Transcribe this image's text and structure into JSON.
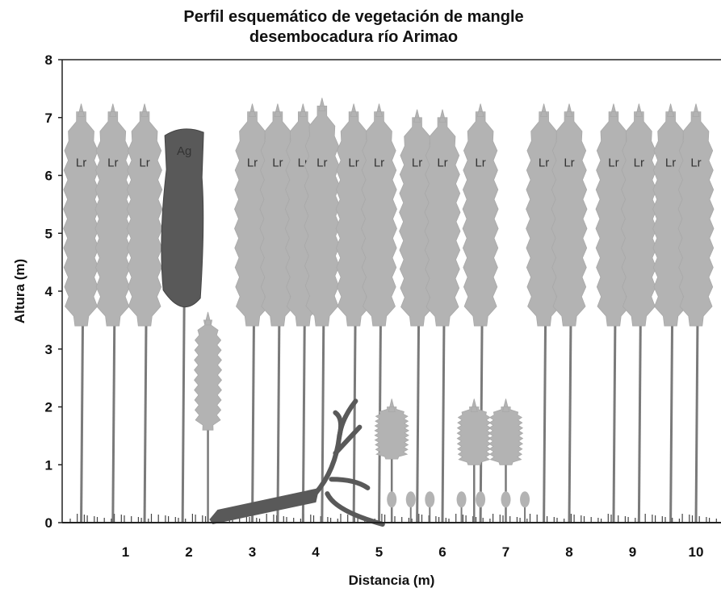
{
  "title_line1": "Perfil esquemático de vegetación de mangle",
  "title_line2": "desembocadura río Arimao",
  "xlabel": "Distancia (m)",
  "ylabel": "Altura (m)",
  "colors": {
    "laguncularia": "#b3b3b3",
    "avicennia": "#595959",
    "fallen_trunk": "#595959",
    "stem": "#7a7a7a",
    "axis": "#222222"
  },
  "chart_data": {
    "type": "diagram",
    "title": "Perfil esquemático de vegetación de mangle desembocadura río Arimao",
    "xlabel": "Distancia (m)",
    "ylabel": "Altura (m)",
    "xlim": [
      0,
      10.3
    ],
    "ylim": [
      0,
      8
    ],
    "x_ticks": [
      "1",
      "2",
      "3",
      "4",
      "5",
      "6",
      "7",
      "8",
      "9",
      "10"
    ],
    "y_ticks": [
      "0",
      "1",
      "2",
      "3",
      "4",
      "5",
      "6",
      "7",
      "8"
    ],
    "trees": [
      {
        "label": "Lr",
        "x": 0.3,
        "height": 7.1,
        "crown_base": 3.4
      },
      {
        "label": "Lr",
        "x": 0.8,
        "height": 7.1,
        "crown_base": 3.4
      },
      {
        "label": "Lr",
        "x": 1.3,
        "height": 7.1,
        "crown_base": 3.4
      },
      {
        "label": "Ag",
        "x": 1.9,
        "height": 6.8,
        "crown_base": 3.6
      },
      {
        "label": "Lr",
        "x": 3.0,
        "height": 7.1,
        "crown_base": 3.4
      },
      {
        "label": "Lr",
        "x": 3.4,
        "height": 7.1,
        "crown_base": 3.4
      },
      {
        "label": "Lr",
        "x": 3.8,
        "height": 7.1,
        "crown_base": 3.4
      },
      {
        "label": "Lr",
        "x": 4.1,
        "height": 7.2,
        "crown_base": 3.4
      },
      {
        "label": "Lr",
        "x": 4.6,
        "height": 7.1,
        "crown_base": 3.4
      },
      {
        "label": "Lr",
        "x": 5.0,
        "height": 7.1,
        "crown_base": 3.4
      },
      {
        "label": "Lr",
        "x": 5.6,
        "height": 7.0,
        "crown_base": 3.4
      },
      {
        "label": "Lr",
        "x": 6.0,
        "height": 7.0,
        "crown_base": 3.4
      },
      {
        "label": "Lr",
        "x": 6.6,
        "height": 7.1,
        "crown_base": 3.4
      },
      {
        "label": "Lr",
        "x": 7.6,
        "height": 7.1,
        "crown_base": 3.4
      },
      {
        "label": "Lr",
        "x": 8.0,
        "height": 7.1,
        "crown_base": 3.4
      },
      {
        "label": "Lr",
        "x": 8.7,
        "height": 7.1,
        "crown_base": 3.4
      },
      {
        "label": "Lr",
        "x": 9.1,
        "height": 7.1,
        "crown_base": 3.4
      },
      {
        "label": "Lr",
        "x": 9.6,
        "height": 7.1,
        "crown_base": 3.4
      },
      {
        "label": "Lr",
        "x": 10.0,
        "height": 7.1,
        "crown_base": 3.4
      }
    ],
    "small_shrubs": [
      {
        "x": 2.3,
        "height": 3.5,
        "crown_base": 1.6
      },
      {
        "x": 5.2,
        "height": 2.0,
        "crown_base": 1.1
      },
      {
        "x": 6.5,
        "height": 2.0,
        "crown_base": 1.0
      },
      {
        "x": 7.0,
        "height": 2.0,
        "crown_base": 1.0
      }
    ],
    "seedlings": [
      5.2,
      5.5,
      5.8,
      6.3,
      6.6,
      7.0,
      7.3
    ],
    "fallen_trunk": {
      "x_start": 2.4,
      "x_end": 4.8,
      "max_height": 2.1
    }
  }
}
